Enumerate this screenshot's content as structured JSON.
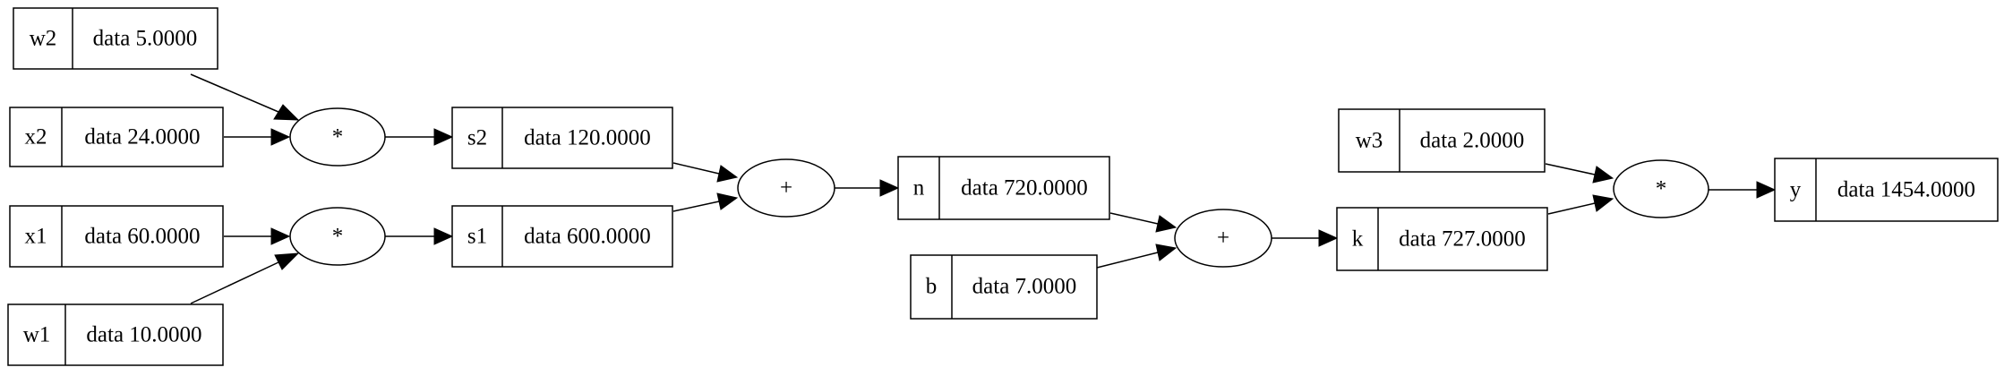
{
  "graph": {
    "value_nodes": {
      "w2": {
        "label": "w2",
        "data": "data 5.0000"
      },
      "x2": {
        "label": "x2",
        "data": "data 24.0000"
      },
      "x1": {
        "label": "x1",
        "data": "data 60.0000"
      },
      "w1": {
        "label": "w1",
        "data": "data 10.0000"
      },
      "s2": {
        "label": "s2",
        "data": "data 120.0000"
      },
      "s1": {
        "label": "s1",
        "data": "data 600.0000"
      },
      "n": {
        "label": "n",
        "data": "data 720.0000"
      },
      "b": {
        "label": "b",
        "data": "data 7.0000"
      },
      "w3": {
        "label": "w3",
        "data": "data 2.0000"
      },
      "k": {
        "label": "k",
        "data": "data 727.0000"
      },
      "y": {
        "label": "y",
        "data": "data 1454.0000"
      }
    },
    "op_nodes": {
      "mul_s2": {
        "symbol": "*"
      },
      "mul_s1": {
        "symbol": "*"
      },
      "add_n": {
        "symbol": "+"
      },
      "add_k": {
        "symbol": "+"
      },
      "mul_y": {
        "symbol": "*"
      }
    },
    "edges": [
      {
        "from": "w2",
        "to": "mul_s2"
      },
      {
        "from": "x2",
        "to": "mul_s2"
      },
      {
        "from": "mul_s2",
        "to": "s2"
      },
      {
        "from": "x1",
        "to": "mul_s1"
      },
      {
        "from": "w1",
        "to": "mul_s1"
      },
      {
        "from": "mul_s1",
        "to": "s1"
      },
      {
        "from": "s2",
        "to": "add_n"
      },
      {
        "from": "s1",
        "to": "add_n"
      },
      {
        "from": "add_n",
        "to": "n"
      },
      {
        "from": "n",
        "to": "add_k"
      },
      {
        "from": "b",
        "to": "add_k"
      },
      {
        "from": "add_k",
        "to": "k"
      },
      {
        "from": "w3",
        "to": "mul_y"
      },
      {
        "from": "k",
        "to": "mul_y"
      },
      {
        "from": "mul_y",
        "to": "y"
      }
    ]
  }
}
